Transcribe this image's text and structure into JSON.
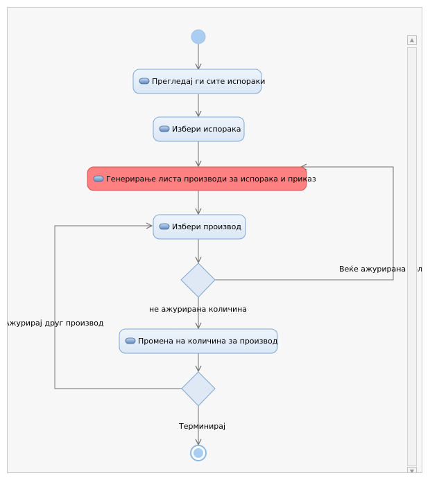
{
  "diagram": {
    "actions": {
      "review": "Прегледај ги сите испораки",
      "select_delivery": "Избери испорака",
      "generate_list": "Генерирање листа производи за испорака и приказ",
      "select_product": "Избери производ",
      "change_quantity": "Промена на количина за производ"
    },
    "edge_labels": {
      "already_updated": "Веќе ажурирана количи",
      "not_updated": "не ажурирана количина",
      "update_other": "Ажурирај друг производ",
      "terminate": "Терминирај"
    }
  },
  "colors": {
    "node_fill": "#e3edf8",
    "node_stroke": "#7ea6d2",
    "highlight_fill": "#ff8080",
    "highlight_stroke": "#d45454",
    "start_fill": "#aacdf2",
    "edge": "#707070"
  },
  "scrollbar": {
    "up_icon": "▲",
    "down_icon": "▼"
  }
}
